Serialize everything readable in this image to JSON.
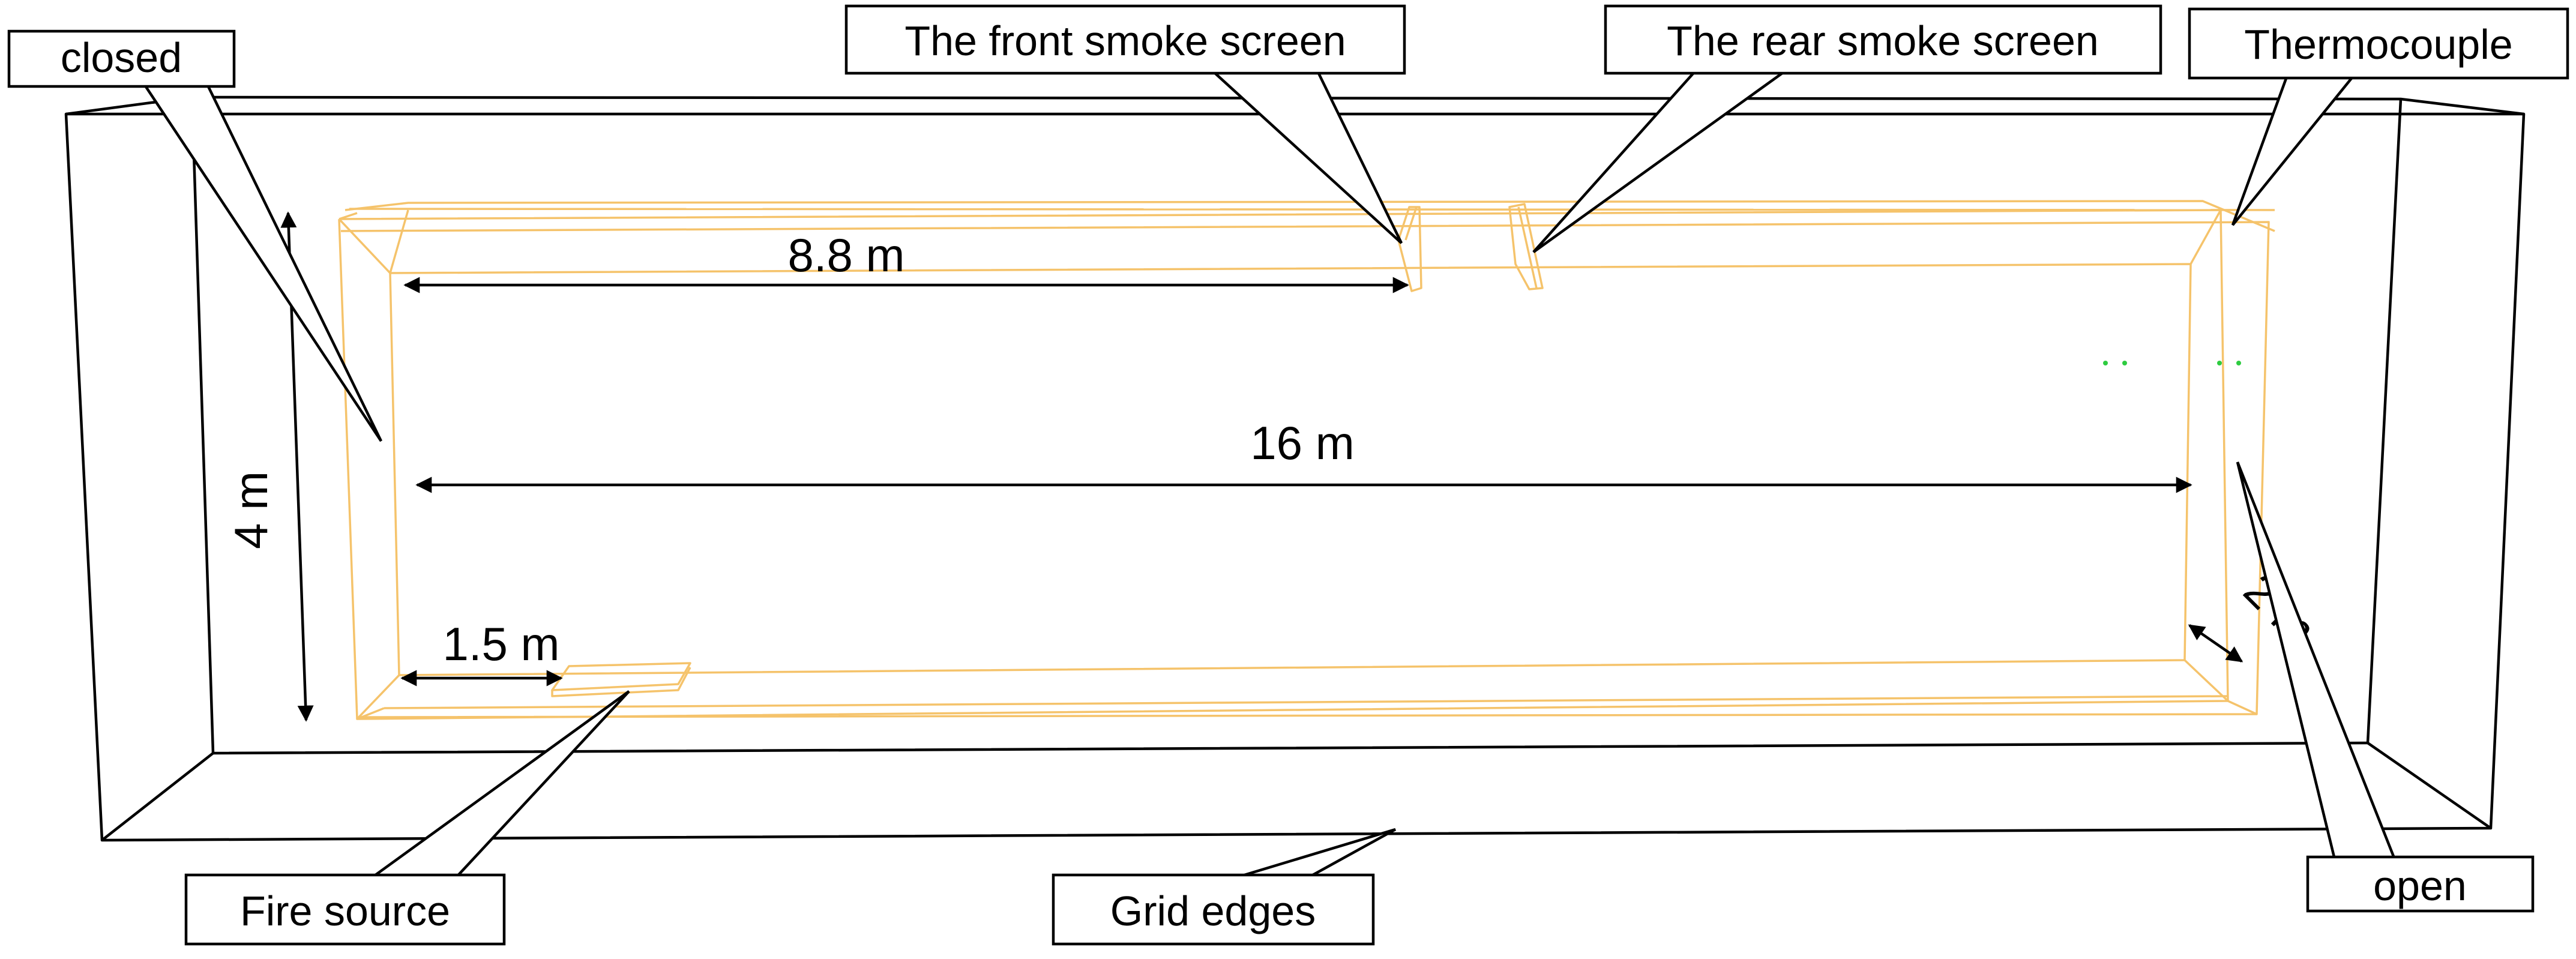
{
  "callouts": {
    "closed": "closed",
    "front_screen": "The front smoke screen",
    "rear_screen": "The rear smoke screen",
    "thermocouple": "Thermocouple",
    "fire_source": "Fire source",
    "grid_edges": "Grid edges",
    "open": "open"
  },
  "dimensions": {
    "front_distance": "8.8 m",
    "length": "16 m",
    "height": "4 m",
    "fire_distance": "1.5 m",
    "width": "2 m"
  },
  "colors": {
    "tunnel": "#f5c36b",
    "thermocouple": "#2ecc40",
    "outline": "#000000"
  }
}
